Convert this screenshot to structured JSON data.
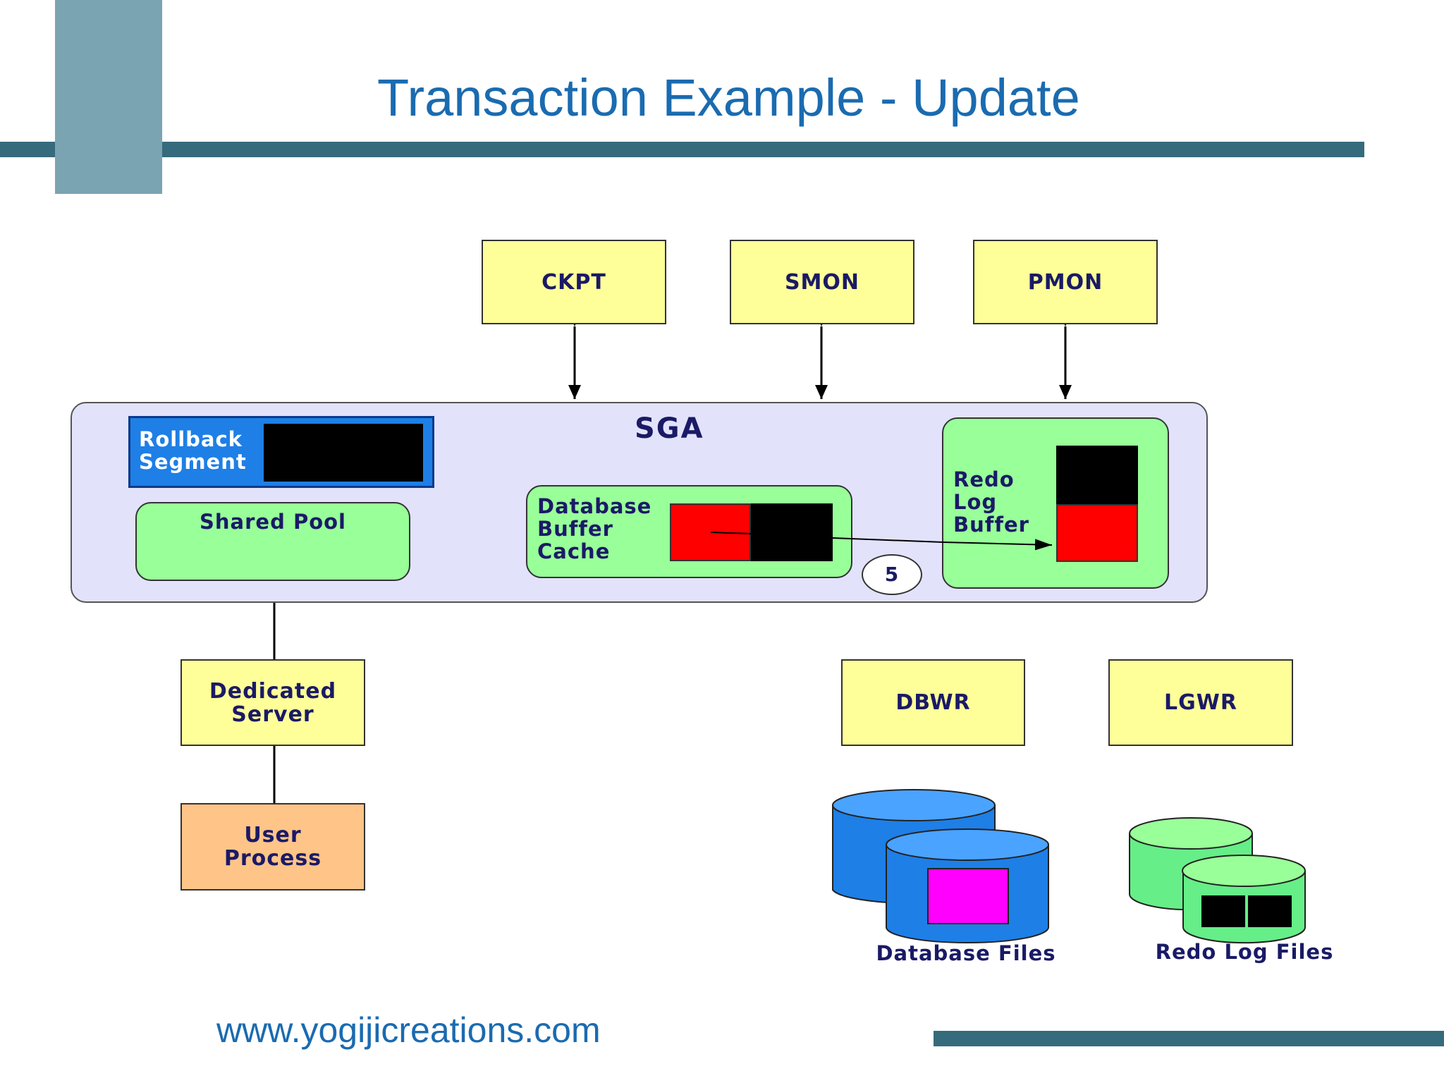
{
  "title": "Transaction Example - Update",
  "footer_url": "www.yogijicreations.com",
  "colors": {
    "title": "#1a6bb0",
    "accent_bar": "#356b7c",
    "accent_block": "#7ba4b3",
    "process_box": "#ffff99",
    "user_box": "#ffc488",
    "sga": "#e2e2fb",
    "green": "#99ff99",
    "blue": "#1e7fe6",
    "red": "#ff0000",
    "magenta": "#ff00ff"
  },
  "diagram": {
    "background_processes": [
      "CKPT",
      "SMON",
      "PMON"
    ],
    "sga_label": "SGA",
    "rollback_segment": "Rollback Segment",
    "shared_pool": "Shared Pool",
    "database_buffer_cache": "Database Buffer Cache",
    "redo_log_buffer": "Redo Log Buffer",
    "step_number": "5",
    "dedicated_server": "Dedicated Server",
    "user_process": "User Process",
    "dbwr": "DBWR",
    "lgwr": "LGWR",
    "database_files": "Database Files",
    "redo_log_files": "Redo Log Files"
  }
}
